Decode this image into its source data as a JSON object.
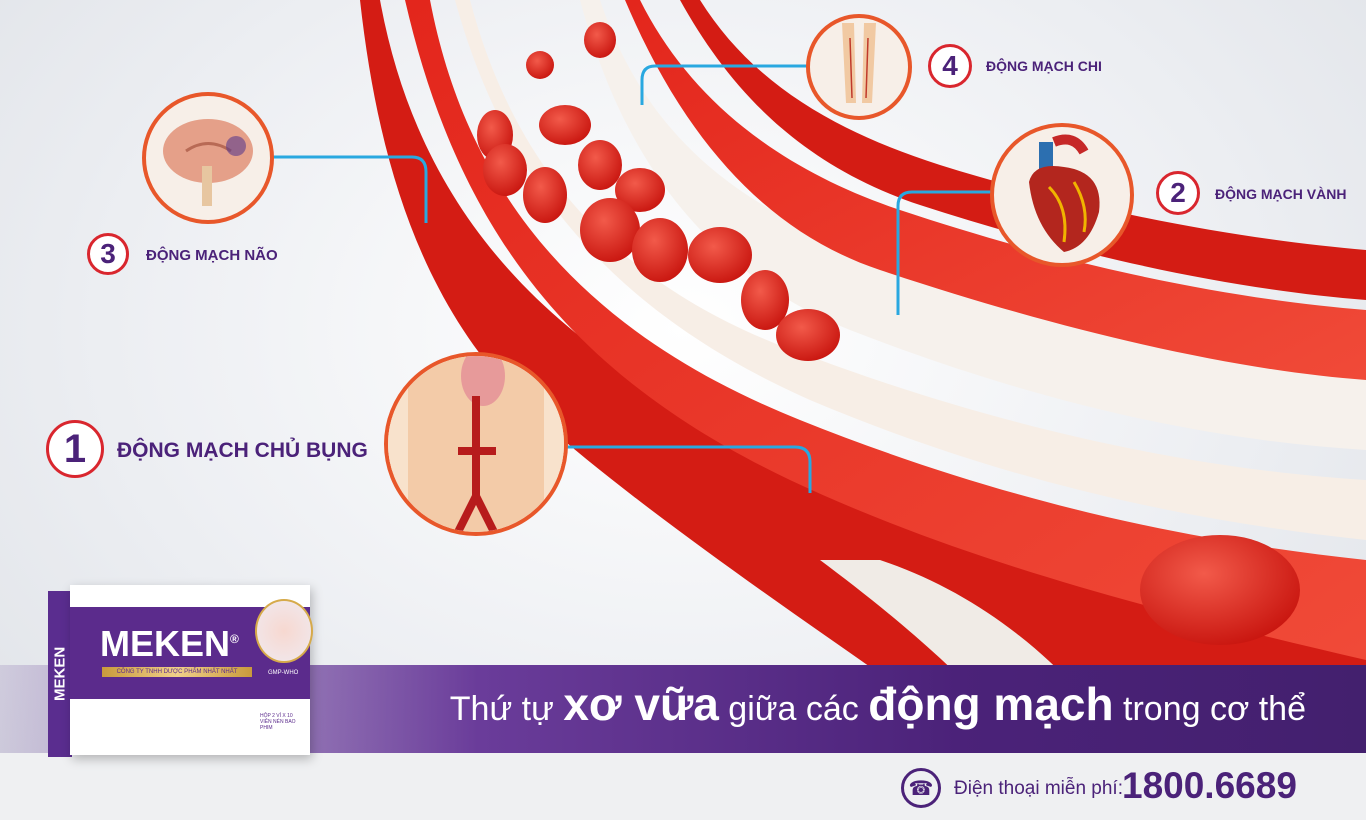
{
  "callouts": [
    {
      "number": "1",
      "label": "ĐỘNG MẠCH CHỦ BỤNG",
      "image": "abdominal-aorta-torso"
    },
    {
      "number": "2",
      "label": "ĐỘNG MẠCH VÀNH",
      "image": "heart"
    },
    {
      "number": "3",
      "label": "ĐỘNG MẠCH NÃO",
      "image": "brain"
    },
    {
      "number": "4",
      "label": "ĐỘNG MẠCH CHI",
      "image": "legs"
    }
  ],
  "banner": {
    "part1": "Thứ tự ",
    "part2": "xơ vữa",
    "part3": " giữa các ",
    "part4": "động mạch",
    "part5": " trong cơ thể"
  },
  "footer": {
    "phone_icon": "phone-icon",
    "phone_label": "Điện thoại miễn phí:",
    "phone_number": "1800.6689"
  },
  "product": {
    "brand": "MEKEN",
    "registered": "®",
    "company": "CÔNG TY TNHH DƯỢC PHẨM NHẤT NHẤT",
    "certification": "GMP-WHO",
    "pack": "HỘP 2 VỈ X 10 VIÊN NÉN BAO PHIM"
  },
  "colors": {
    "purple": "#4b2279",
    "red": "#d9262e",
    "orange": "#e8572a",
    "blue_line": "#29a8e0"
  }
}
